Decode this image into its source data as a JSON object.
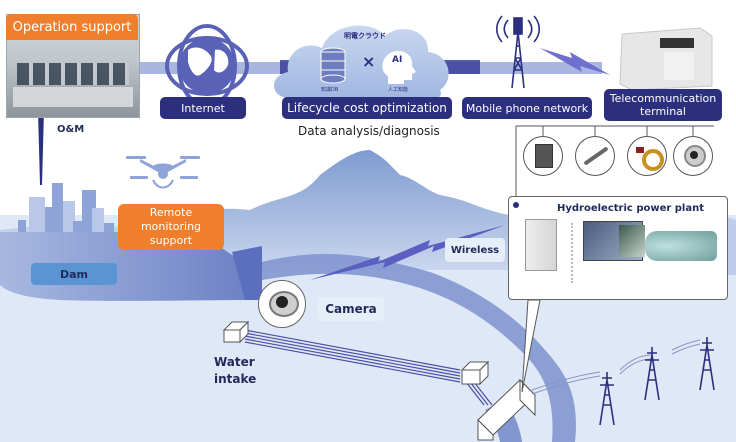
{
  "diagram": {
    "top": {
      "operation_support": "Operation support",
      "internet": "Internet",
      "cloud": {
        "title": "明電クラウド",
        "db_caption": "知識DB",
        "times": "×",
        "ai_badge": "AI",
        "ai_caption": "人工知能"
      },
      "lifecycle": "Lifecycle cost optimization",
      "data_analysis": "Data analysis/diagnosis",
      "mobile_network": "Mobile phone network",
      "telecom_terminal": "Telecommunication terminal",
      "om": "O&M"
    },
    "sensors": [
      {
        "name": "sensor-panel"
      },
      {
        "name": "sensor-probe"
      },
      {
        "name": "sensor-clamp"
      },
      {
        "name": "sensor-camera"
      }
    ],
    "landscape": {
      "remote_monitoring": "Remote monitoring support",
      "dam": "Dam",
      "wireless": "Wireless",
      "camera": "Camera",
      "water_intake": "Water intake",
      "hydro_plant": "Hydroelectric power plant"
    },
    "colors": {
      "navy": "#2b2f7e",
      "orange": "#ef7f2c",
      "water": "#6f86c8",
      "land": "#dde7f5",
      "mountain": "#8ea9d8"
    }
  }
}
